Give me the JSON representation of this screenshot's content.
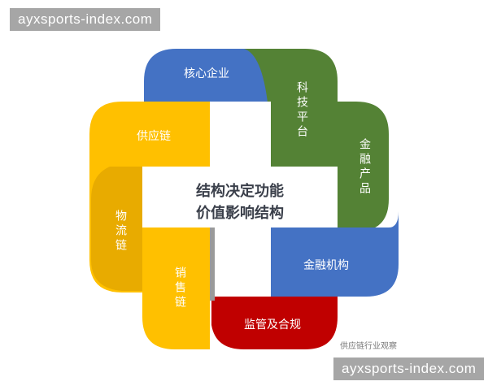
{
  "watermark_top": "ayxsports-index.com",
  "watermark_bottom": "ayxsports-index.com",
  "source_label": "供应链行业观察",
  "center": {
    "line1": "结构决定功能",
    "line2": "价值影响结构"
  },
  "petals": {
    "core": "核心企业",
    "tech": "科技平台",
    "product": "金融产品",
    "institution": "金融机构",
    "regulation": "监管及合规",
    "supply": "供应链",
    "logistics": "物流链",
    "sales": "销售链"
  },
  "colors": {
    "blue": "#4472c4",
    "green": "#548235",
    "red": "#c00000",
    "yellow": "#ffc000"
  }
}
